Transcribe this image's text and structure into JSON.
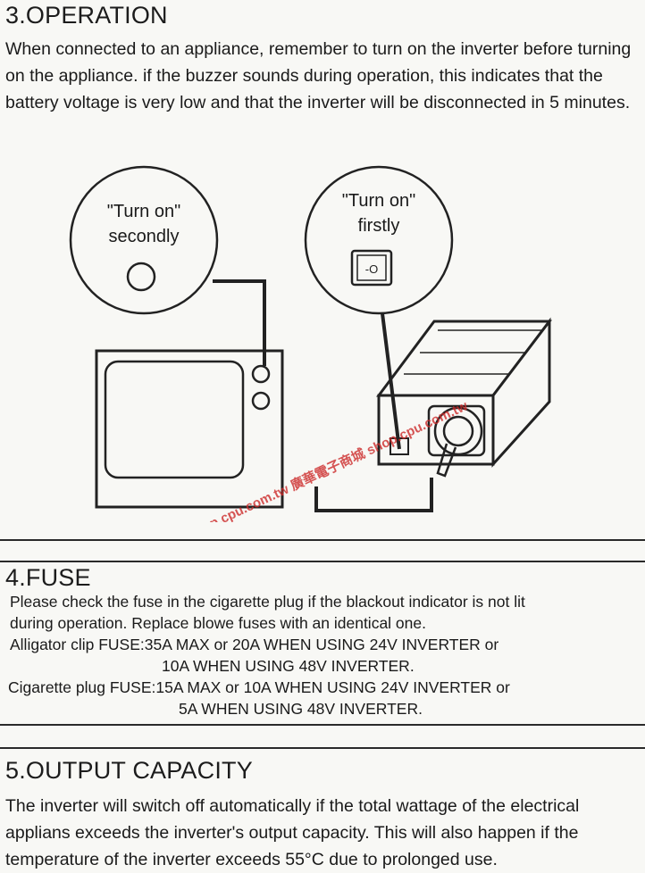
{
  "operation": {
    "heading": "3.OPERATION",
    "text": "When connected to an appliance, remember to turn on the inverter before turning on the appliance. if the buzzer sounds during operation, this indicates that the battery voltage is very low and that the inverter will be disconnected in 5 minutes."
  },
  "diagram": {
    "left_bubble_line1": "\"Turn on\"",
    "left_bubble_line2": "secondly",
    "right_bubble_line1": "\"Turn on\"",
    "right_bubble_line2": "firstly",
    "switch_label": "-O",
    "watermark": "廣華電子商城 shop.cpu.com.tw 廣華電子商城 shop.cpu.com.tw"
  },
  "fuse": {
    "heading": "4.FUSE",
    "line1": "Please check the fuse in the cigarette plug if the blackout indicator is not lit",
    "line2": "during operation. Replace blowe fuses with an identical one.",
    "line3": "Alligator clip FUSE:35A MAX or 20A WHEN USING 24V INVERTER or",
    "line4": "10A WHEN USING 48V INVERTER.",
    "line5": "Cigarette plug FUSE:15A MAX or 10A WHEN USING 24V INVERTER or",
    "line6": "5A WHEN USING 48V INVERTER."
  },
  "output": {
    "heading": "5.OUTPUT CAPACITY",
    "text": "The inverter will switch off automatically if the total wattage of the electrical applians exceeds the inverter's output capacity. This will also happen if the temperature of the inverter exceeds 55°C due to prolonged use."
  }
}
